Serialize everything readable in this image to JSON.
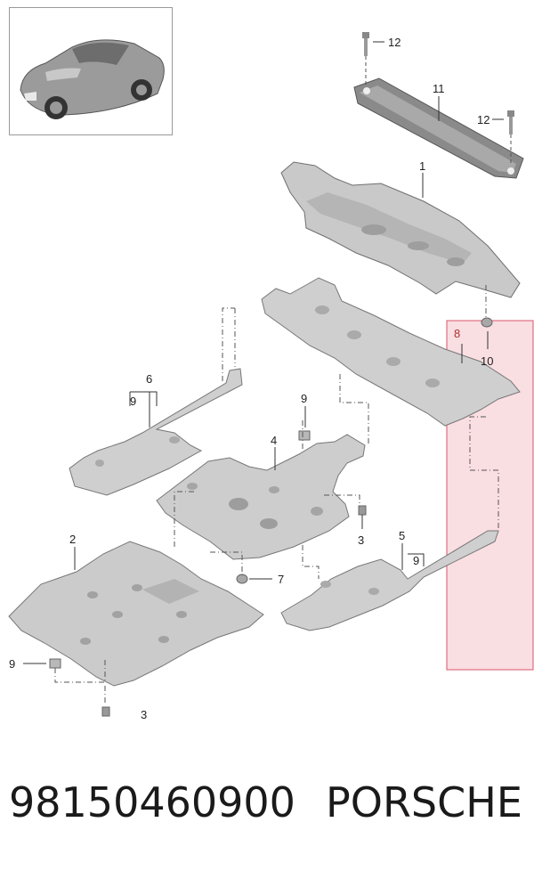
{
  "callouts": {
    "c1": "1",
    "c2": "2",
    "c3a": "3",
    "c3b": "3",
    "c4": "4",
    "c5": "5",
    "c6": "6",
    "c7": "7",
    "c8": "8",
    "c9a": "9",
    "c9b": "9",
    "c9c": "9",
    "c9d": "9",
    "c10": "10",
    "c11": "11",
    "c12a": "12",
    "c12b": "12"
  },
  "footer": {
    "part_number": "98150460900",
    "brand": "PORSCHE"
  },
  "colors": {
    "part_fill": "#cfcfcf",
    "part_stroke": "#777777",
    "highlight_fill": "#f7d3d8",
    "highlight_stroke": "#d9556a"
  }
}
